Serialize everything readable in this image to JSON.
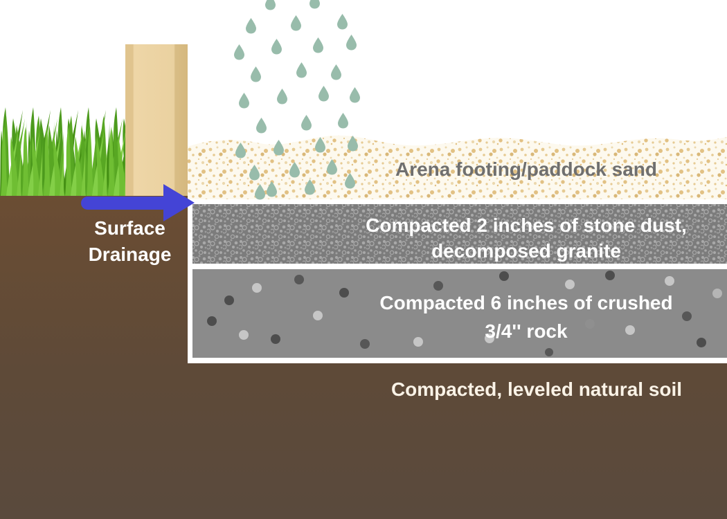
{
  "diagram": {
    "title_hint": "Arena footing cross-section",
    "surface_drainage": {
      "label": "Surface Drainage"
    },
    "layers": {
      "sand": {
        "label": "Arena footing/paddock sand",
        "text_color": "#6f6f6f",
        "bg": "#fdf9ee",
        "dot_color": "#e2c184"
      },
      "stone_dust": {
        "line1": "Compacted 2 inches of stone dust,",
        "line2": "decomposed granite",
        "bg": "#7c7c7c",
        "dot_color": "#a8a8a8"
      },
      "crushed_rock": {
        "line1": "Compacted 6 inches of crushed",
        "line2": "3/4'' rock",
        "bg": "#8b8b8b",
        "dot_dark": "#4d4d4d",
        "dot_light": "#c6c6c6"
      },
      "natural_soil": {
        "label": "Compacted, leveled natural soil",
        "bg_top": "#6b4d33",
        "bg_bottom": "#5a4a3d"
      }
    },
    "colors": {
      "arrow": "#4444d6",
      "raindrop": "#98bcab",
      "grass": "#5fae27",
      "post": "#ecd3a3",
      "white_border": "#ffffff"
    }
  }
}
